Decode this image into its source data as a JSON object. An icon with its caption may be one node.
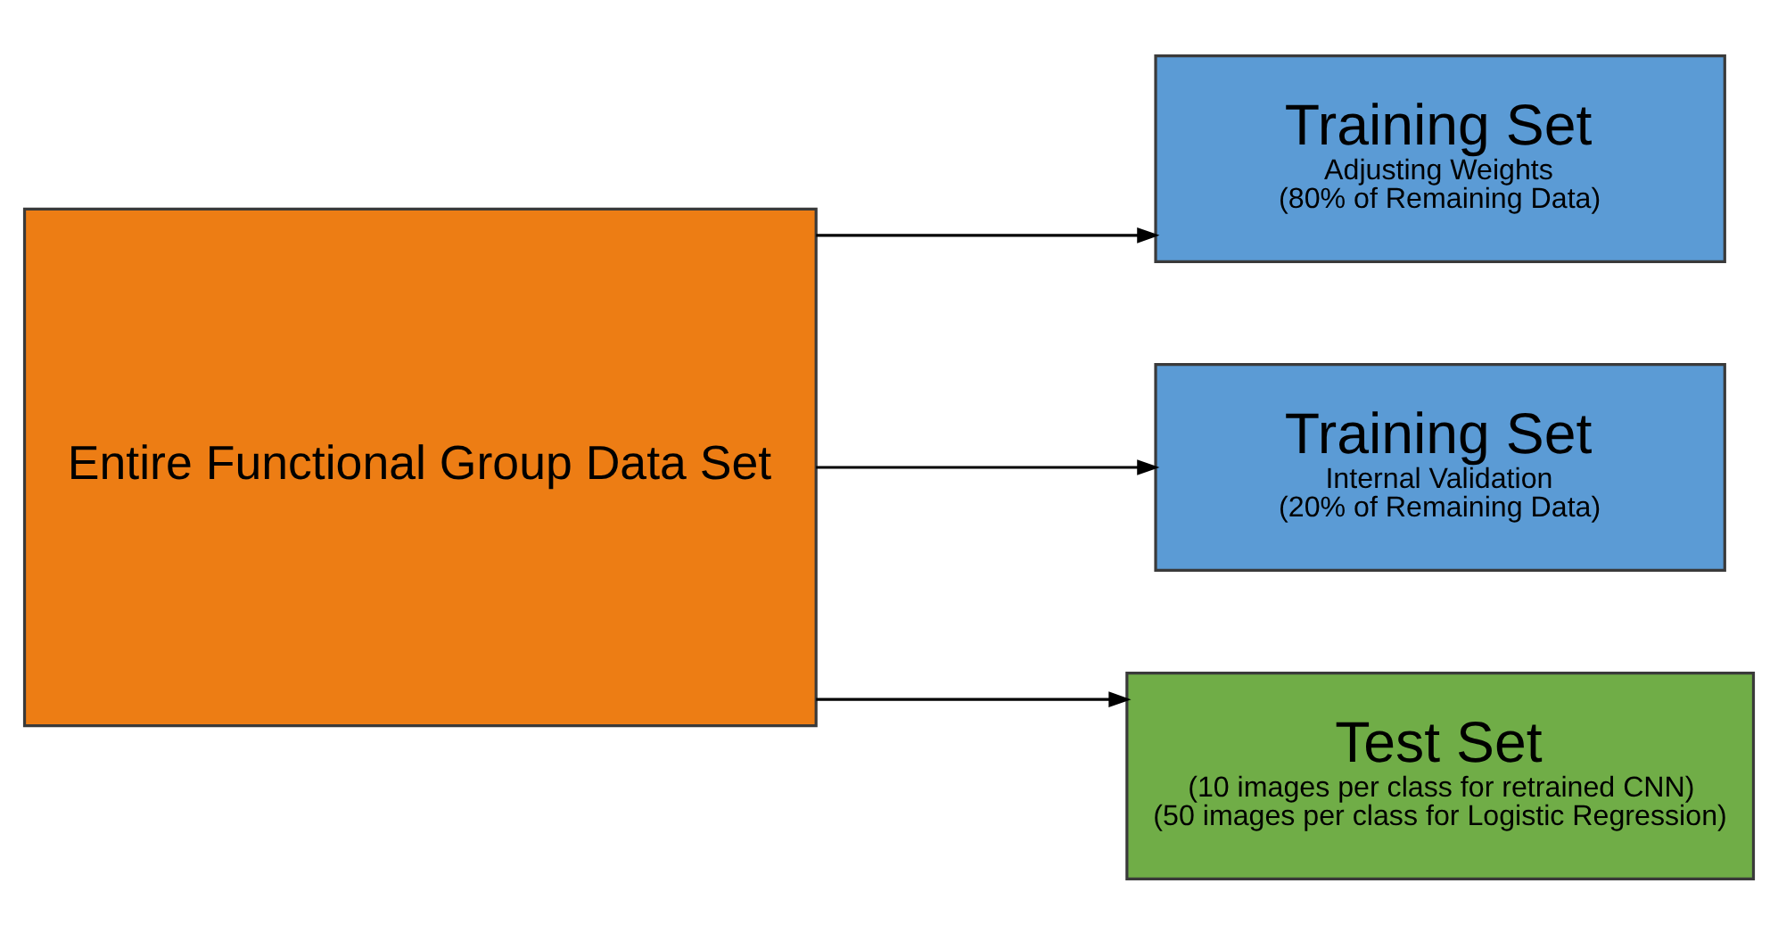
{
  "diagram": {
    "nodes": [
      {
        "text": [
          "Entire Functional Group Data Set"
        ]
      },
      {
        "text": [
          "Training Set",
          "Adjusting Weights",
          "(80% of Remaining Data)"
        ]
      },
      {
        "text": [
          "Training Set",
          "Internal Validation",
          "(20% of Remaining Data)"
        ]
      },
      {
        "text": [
          "Test Set",
          "(10 images per class for retrained CNN)",
          "(50 images per class for Logistic Regression)"
        ]
      }
    ],
    "edges": [
      {
        "from": 0,
        "to": 1,
        "arrow": "to"
      },
      {
        "from": 0,
        "to": 2,
        "arrow": "to"
      },
      {
        "from": 0,
        "to": 3,
        "arrow": "to"
      }
    ]
  }
}
